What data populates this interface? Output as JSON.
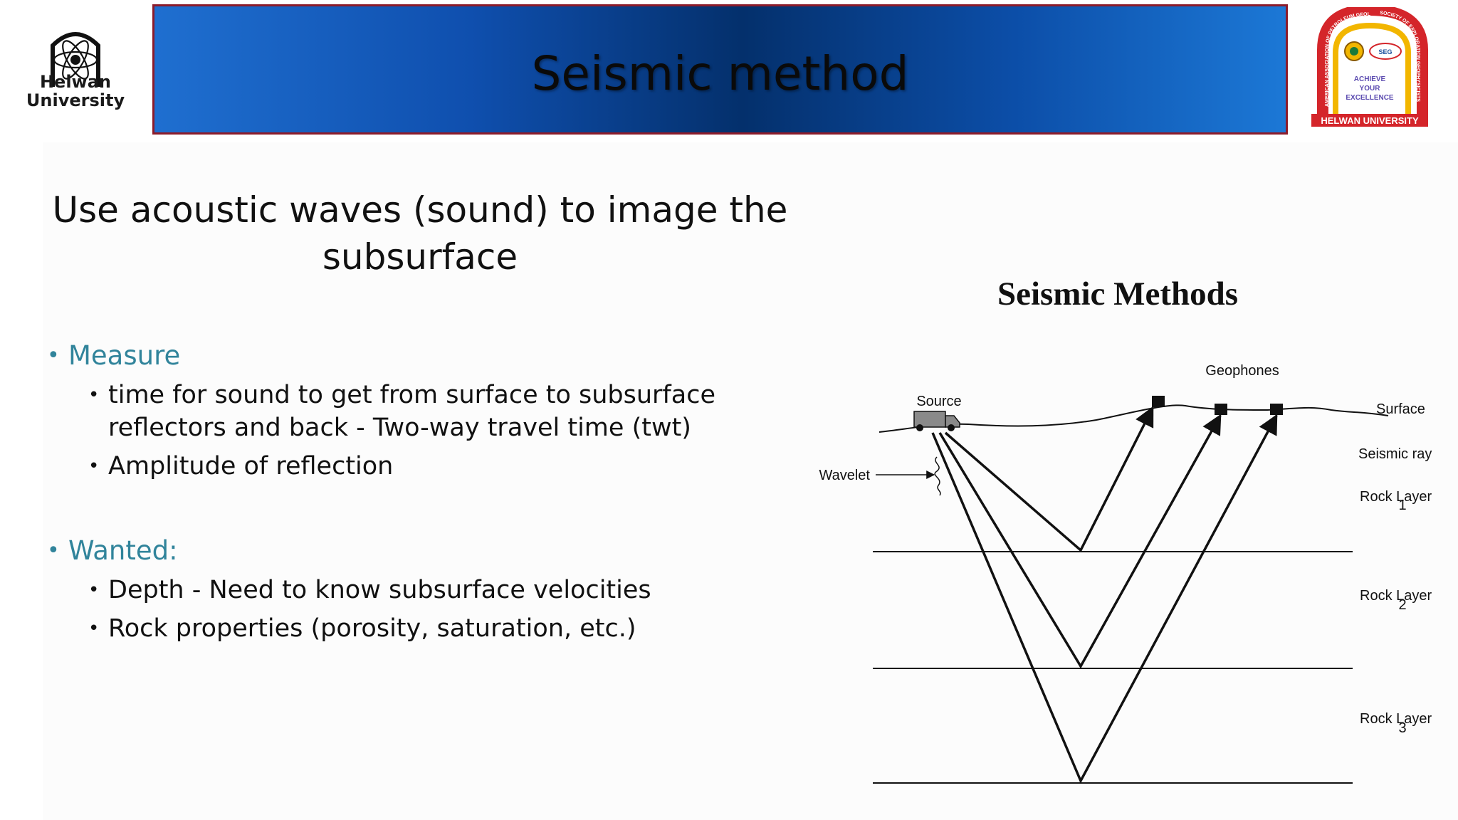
{
  "header": {
    "title": "Seismic method",
    "left_logo": {
      "line1": "Helwan",
      "line2": "University"
    },
    "right_logo": {
      "ring_text_left": "AMERICAN ASSOCIATION OF PETROLEUM GEOLOGISTS",
      "ring_text_right": "SOCIETY OF EXPLORATION GEOPHYSICISTS",
      "badge": "SEG",
      "motto": [
        "ACHIEVE",
        "YOUR",
        "EXCELLENCE"
      ],
      "bottom_banner": "HELWAN UNIVERSITY"
    }
  },
  "heading": {
    "line1": "Use acoustic waves (sound) to image the",
    "line2": "subsurface"
  },
  "bullets": {
    "measure": {
      "label": "Measure",
      "items": [
        "time for sound to get from surface to subsurface reflectors and back - Two-way travel time (twt)",
        "Amplitude of reflection"
      ]
    },
    "wanted": {
      "label": "Wanted:",
      "items": [
        "Depth - Need to know subsurface velocities",
        "Rock properties (porosity, saturation, etc.)"
      ]
    }
  },
  "figure": {
    "title": "Seismic Methods",
    "labels": {
      "geophones": "Geophones",
      "source": "Source",
      "surface": "Surface",
      "seismic_ray": "Seismic ray",
      "wavelet": "Wavelet",
      "layer1": [
        "Rock Layer",
        "1"
      ],
      "layer2": [
        "Rock Layer",
        "2"
      ],
      "layer3": [
        "Rock Layer",
        "3"
      ]
    }
  }
}
